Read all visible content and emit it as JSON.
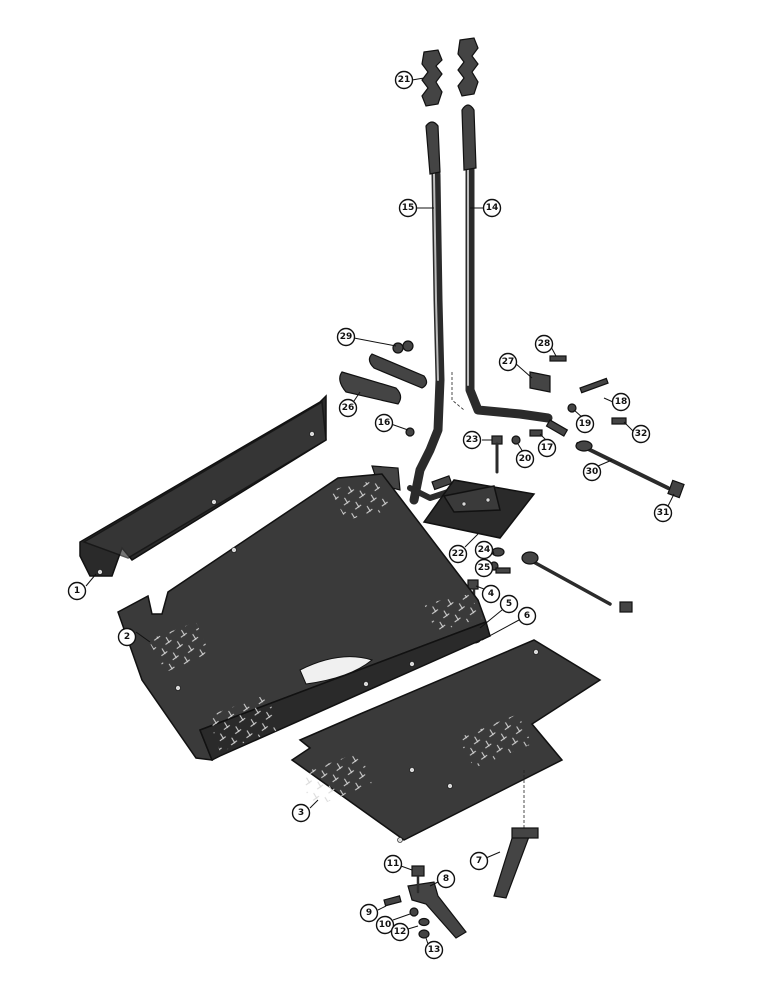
{
  "callouts": [
    {
      "label": "1"
    },
    {
      "label": "2"
    },
    {
      "label": "3"
    },
    {
      "label": "4"
    },
    {
      "label": "5"
    },
    {
      "label": "6"
    },
    {
      "label": "7"
    },
    {
      "label": "8"
    },
    {
      "label": "9"
    },
    {
      "label": "10"
    },
    {
      "label": "11"
    },
    {
      "label": "12"
    },
    {
      "label": "13"
    },
    {
      "label": "14"
    },
    {
      "label": "15"
    },
    {
      "label": "16"
    },
    {
      "label": "17"
    },
    {
      "label": "18"
    },
    {
      "label": "19"
    },
    {
      "label": "20"
    },
    {
      "label": "21"
    },
    {
      "label": "22"
    },
    {
      "label": "23"
    },
    {
      "label": "24"
    },
    {
      "label": "25"
    },
    {
      "label": "26"
    },
    {
      "label": "27"
    },
    {
      "label": "28"
    },
    {
      "label": "29"
    },
    {
      "label": "30"
    },
    {
      "label": "31"
    },
    {
      "label": "32"
    }
  ]
}
